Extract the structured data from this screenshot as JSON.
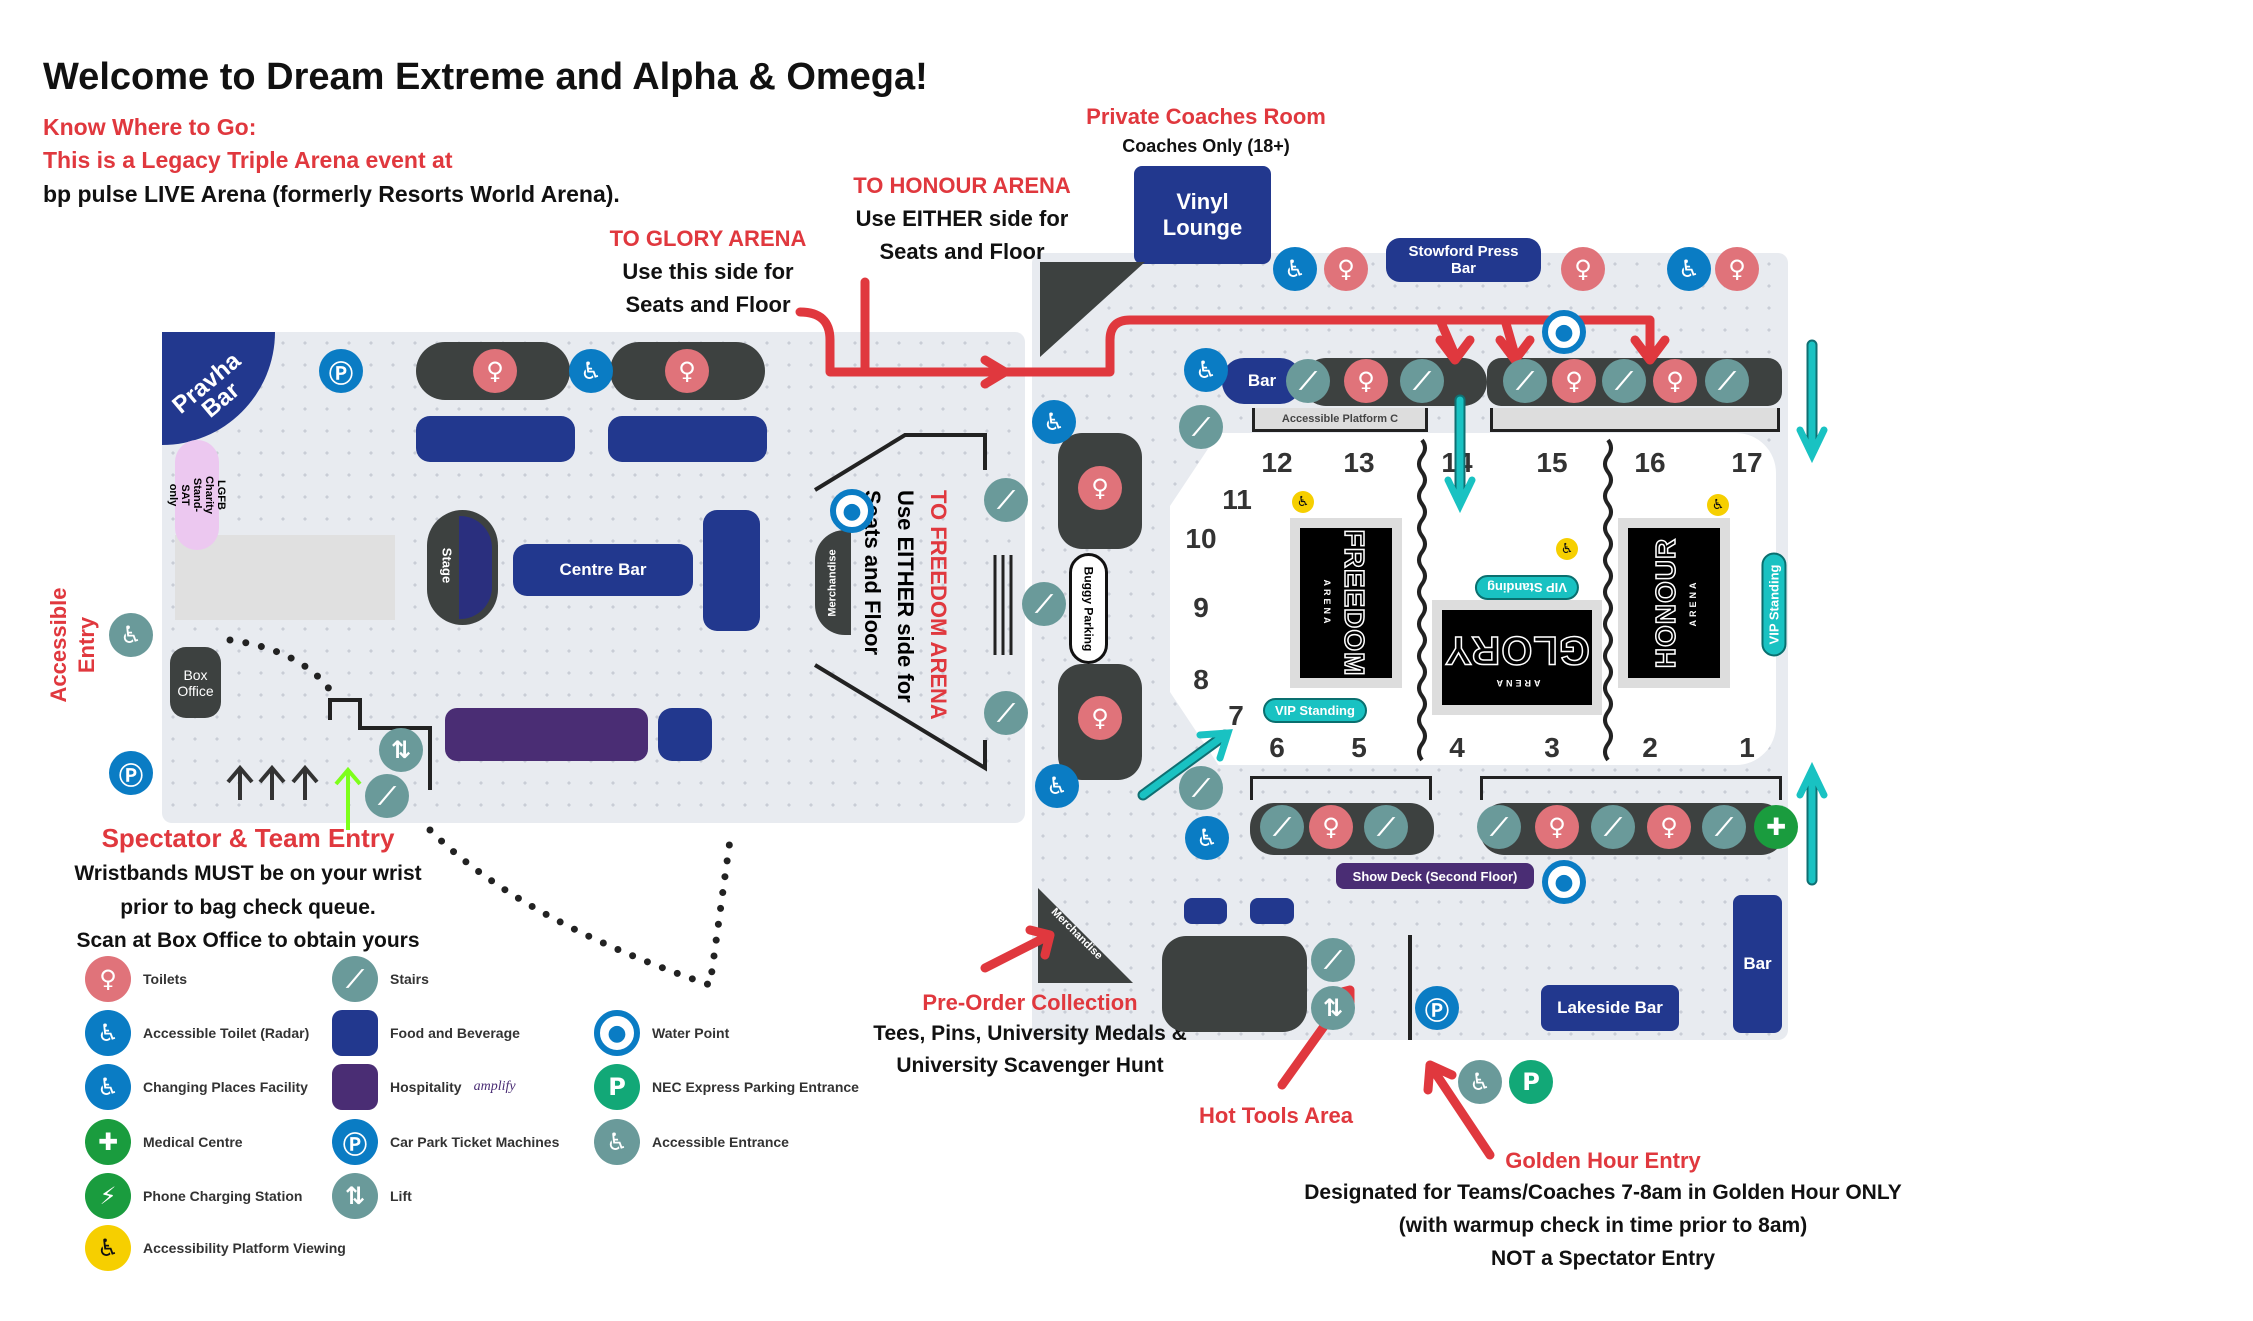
{
  "header": {
    "title": "Welcome to Dream Extreme and Alpha & Omega!",
    "line1": "Know Where to Go:",
    "line2": "This is a Legacy Triple Arena event at",
    "line3": "bp pulse LIVE Arena (formerly Resorts World Arena)."
  },
  "callouts": {
    "private_coaches_title": "Private Coaches Room",
    "private_coaches_sub": "Coaches Only (18+)",
    "honour_title": "TO HONOUR ARENA",
    "honour_l1": "Use EITHER side for",
    "honour_l2": "Seats and Floor",
    "glory_title": "TO GLORY ARENA",
    "glory_l1": "Use this side for",
    "glory_l2": "Seats and Floor",
    "freedom_title": "TO FREEDOM ARENA",
    "freedom_l1": "Use EITHER side for",
    "freedom_l2": "Seats and Floor",
    "accessible_entry": "Accessible Entry",
    "spectator_title": "Spectator & Team Entry",
    "spectator_l1": "Wristbands MUST be on your wrist",
    "spectator_l2": "prior to bag check queue.",
    "spectator_l3": "Scan at Box Office to obtain yours",
    "preorder_title": "Pre-Order Collection",
    "preorder_l1": "Tees, Pins, University Medals &",
    "preorder_l2": "University Scavenger Hunt",
    "hottools": "Hot Tools Area",
    "golden_title": "Golden Hour Entry",
    "golden_l1": "Designated for Teams/Coaches 7-8am in Golden Hour ONLY",
    "golden_l2": "(with warmup check in time prior to 8am)",
    "golden_l3": "NOT a Spectator Entry"
  },
  "venues": {
    "vinyl_lounge": "Vinyl Lounge",
    "pravha_bar": "Pravha Bar",
    "lgfb": "LGFB Charity Stand- SAT only",
    "stage": "Stage",
    "centre_bar": "Centre Bar",
    "box_office": "Box Office",
    "merchandise": "Merchandise",
    "merchandise2": "Merchandise",
    "buggy_parking": "Buggy Parking",
    "stowford": "Stowford Press Bar",
    "bar_top": "Bar",
    "accessible_platform": "Accessible Platform C",
    "show_deck": "Show Deck (Second Floor)",
    "lakeside_bar": "Lakeside Bar",
    "bar_right": "Bar"
  },
  "arenas": {
    "freedom": "FREEDOM",
    "freedom_sub": "ARENA",
    "glory": "GLORY",
    "glory_sub": "ARENA",
    "honour": "HONOUR",
    "honour_sub": "ARENA",
    "vip1": "VIP Standing",
    "vip2": "VIP Standing",
    "vip3": "VIP Standing"
  },
  "seating_blocks": {
    "top": [
      "12",
      "13",
      "14",
      "15",
      "16",
      "17"
    ],
    "bottom": [
      "6",
      "5",
      "4",
      "3",
      "2",
      "1"
    ],
    "left": [
      "11",
      "10",
      "9",
      "8",
      "7"
    ]
  },
  "legend": [
    {
      "icon": "toilet",
      "label": "Toilets"
    },
    {
      "icon": "stairs",
      "label": "Stairs"
    },
    {
      "icon": "accessible-toilet",
      "label": "Accessible Toilet (Radar)"
    },
    {
      "icon": "food-beverage",
      "label": "Food and Beverage"
    },
    {
      "icon": "water-point",
      "label": "Water Point"
    },
    {
      "icon": "changing-places",
      "label": "Changing Places Facility"
    },
    {
      "icon": "hospitality",
      "label": "Hospitality",
      "extra": "amplify"
    },
    {
      "icon": "nec-parking",
      "label": "NEC Express Parking Entrance"
    },
    {
      "icon": "medical",
      "label": "Medical Centre"
    },
    {
      "icon": "car-park-ticket",
      "label": "Car Park Ticket Machines"
    },
    {
      "icon": "accessible-entrance",
      "label": "Accessible Entrance"
    },
    {
      "icon": "phone-charging",
      "label": "Phone Charging Station"
    },
    {
      "icon": "lift",
      "label": "Lift"
    },
    {
      "icon": "accessibility-platform",
      "label": "Accessibility Platform Viewing"
    }
  ],
  "colors": {
    "accent_red": "#e0383e",
    "teal_arrow": "#19c2c2",
    "navy": "#22388e",
    "toilet_pink": "#e0737a",
    "stairs_teal": "#6a9a9a",
    "access_blue": "#0a7cc4"
  }
}
